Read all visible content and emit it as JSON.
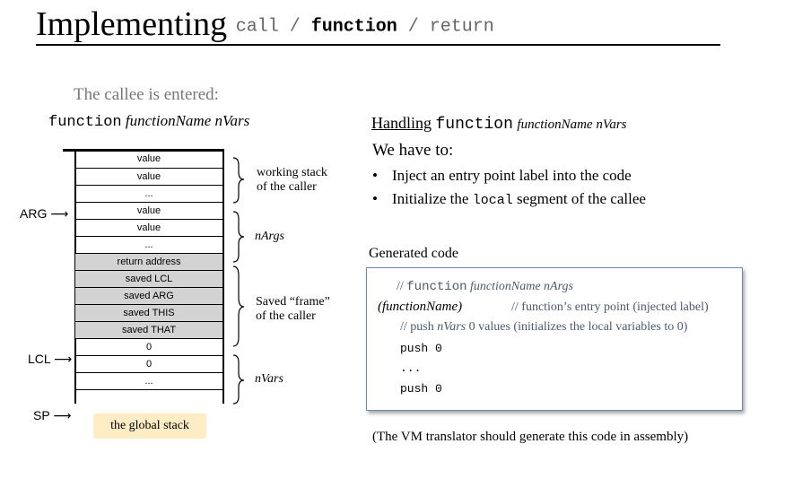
{
  "title": {
    "main": "Implementing",
    "sub_pre": "call /",
    "sub_bold": "function",
    "sub_post": "/ return"
  },
  "left": {
    "caption": "The callee is entered:",
    "func_keyword": "function",
    "func_args": "functionName nVars",
    "stack_cells": [
      {
        "label": "value",
        "gray": false
      },
      {
        "label": "value",
        "gray": false
      },
      {
        "label": "...",
        "gray": false
      },
      {
        "label": "value",
        "gray": false
      },
      {
        "label": "value",
        "gray": false
      },
      {
        "label": "...",
        "gray": false
      },
      {
        "label": "return address",
        "gray": true
      },
      {
        "label": "saved LCL",
        "gray": true
      },
      {
        "label": "saved ARG",
        "gray": true
      },
      {
        "label": "saved THIS",
        "gray": true
      },
      {
        "label": "saved THAT",
        "gray": true
      },
      {
        "label": "0",
        "gray": false
      },
      {
        "label": "0",
        "gray": false
      },
      {
        "label": "...",
        "gray": false
      }
    ],
    "pointers": {
      "arg": "ARG",
      "lcl": "LCL",
      "sp": "SP"
    },
    "braces": {
      "working_1": "working stack",
      "working_2": "of the caller",
      "nargs": "nArgs",
      "frame_1": "Saved “frame”",
      "frame_2": "of the caller",
      "nvars": "nVars"
    },
    "global_stack": "the global stack"
  },
  "right": {
    "handling_word": "Handling",
    "handling_keyword": "function",
    "handling_args": "functionName nVars",
    "we_have": "We have to:",
    "bullet1": "Inject an entry point label into the code",
    "bullet2_pre": "Initialize the",
    "bullet2_code": "local",
    "bullet2_post": "segment of the callee",
    "generated_title": "Generated code",
    "code": {
      "c1_pre": "//",
      "c1_kw": "function",
      "c1_args": "functionName nArgs",
      "label_line": "(functionName)",
      "label_comment": "// function’s entry point (injected label)",
      "c2_pre": "// push",
      "c2_it": "nVars",
      "c2_post": "0 values (initializes the local variables to 0)",
      "push1": "push 0",
      "dots": "...",
      "push2": "push 0"
    },
    "note": "(The VM translator should generate this code in assembly)"
  }
}
